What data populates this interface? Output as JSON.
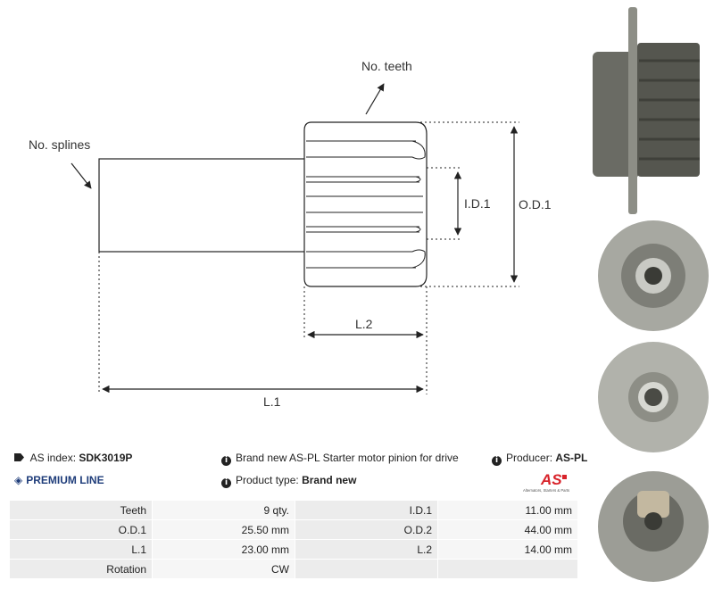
{
  "diagram": {
    "labels": {
      "no_teeth": "No. teeth",
      "no_splines": "No. splines",
      "id1": "I.D.1",
      "od1": "O.D.1",
      "l2": "L.2",
      "l1": "L.1"
    }
  },
  "info": {
    "as_index_label": "AS index:",
    "as_index_value": "SDK3019P",
    "premium_line": "PREMIUM LINE",
    "description": "Brand new AS-PL Starter motor pinion for drive",
    "product_type_label": "Product type:",
    "product_type_value": "Brand new",
    "producer_label": "Producer:",
    "producer_value": "AS-PL",
    "logo_text": "AS",
    "logo_tagline": "Alternators, Starters & Parts"
  },
  "specs": [
    {
      "label": "Teeth",
      "value": "9 qty.",
      "label2": "I.D.1",
      "value2": "11.00 mm"
    },
    {
      "label": "O.D.1",
      "value": "25.50 mm",
      "label2": "O.D.2",
      "value2": "44.00 mm"
    },
    {
      "label": "L.1",
      "value": "23.00 mm",
      "label2": "L.2",
      "value2": "14.00 mm"
    },
    {
      "label": "Rotation",
      "value": "CW",
      "label2": "",
      "value2": ""
    }
  ],
  "colors": {
    "metal_dark": "#5f605a",
    "metal_mid": "#8d8e86",
    "metal_light": "#c9cac4",
    "logo_red": "#d8232a",
    "premium_blue": "#1f3d7a"
  }
}
